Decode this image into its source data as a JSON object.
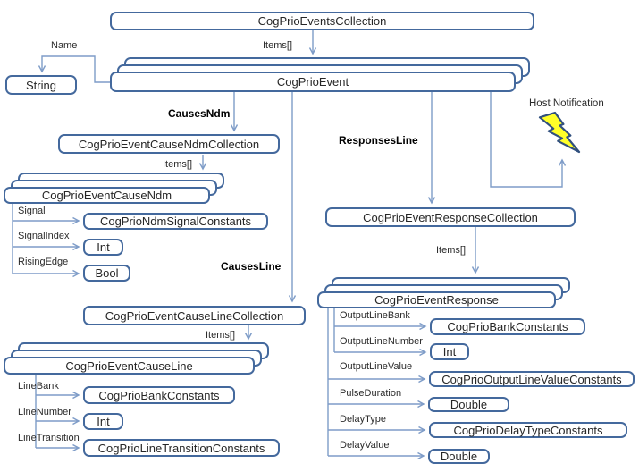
{
  "colors": {
    "box_border": "#44699D",
    "connector": "#7E9CC8",
    "text": "#262626",
    "bolt_fill": "#FFFF29",
    "bolt_stroke": "#31507E"
  },
  "nodes": {
    "events_collection": "CogPrioEventsCollection",
    "event": "CogPrioEvent",
    "string_type": "String",
    "cause_ndm_collection": "CogPrioEventCauseNdmCollection",
    "cause_ndm": "CogPrioEventCauseNdm",
    "ndm_signal_constants": "CogPrioNdmSignalConstants",
    "signal_index_type": "Int",
    "rising_edge_type": "Bool",
    "cause_line_collection": "CogPrioEventCauseLineCollection",
    "cause_line": "CogPrioEventCauseLine",
    "line_bank_constants": "CogPrioBankConstants",
    "line_number_type": "Int",
    "line_transition_constants": "CogPrioLineTransitionConstants",
    "response_collection": "CogPrioEventResponseCollection",
    "response": "CogPrioEventResponse",
    "output_bank_constants": "CogPrioBankConstants",
    "output_line_number_type": "Int",
    "output_line_value_constants": "CogPrioOutputLineValueConstants",
    "pulse_duration_type": "Double",
    "delay_type_constants": "CogPrioDelayTypeConstants",
    "delay_value_type": "Double"
  },
  "edges": {
    "name": "Name",
    "items_top": "Items[]",
    "causes_ndm": "CausesNdm",
    "items_ndm": "Items[]",
    "signal": "Signal",
    "signal_index": "SignalIndex",
    "rising_edge": "RisingEdge",
    "causes_line": "CausesLine",
    "items_line": "Items[]",
    "line_bank": "LineBank",
    "line_number": "LineNumber",
    "line_transition": "LineTransition",
    "responses_line": "ResponsesLine",
    "items_response": "Items[]",
    "output_line_bank": "OutputLineBank",
    "output_line_number": "OutputLineNumber",
    "output_line_value": "OutputLineValue",
    "pulse_duration": "PulseDuration",
    "delay_type": "DelayType",
    "delay_value": "DelayValue",
    "host_notification": "Host Notification"
  },
  "icons": {
    "host_notification": "lightning-bolt-icon"
  }
}
